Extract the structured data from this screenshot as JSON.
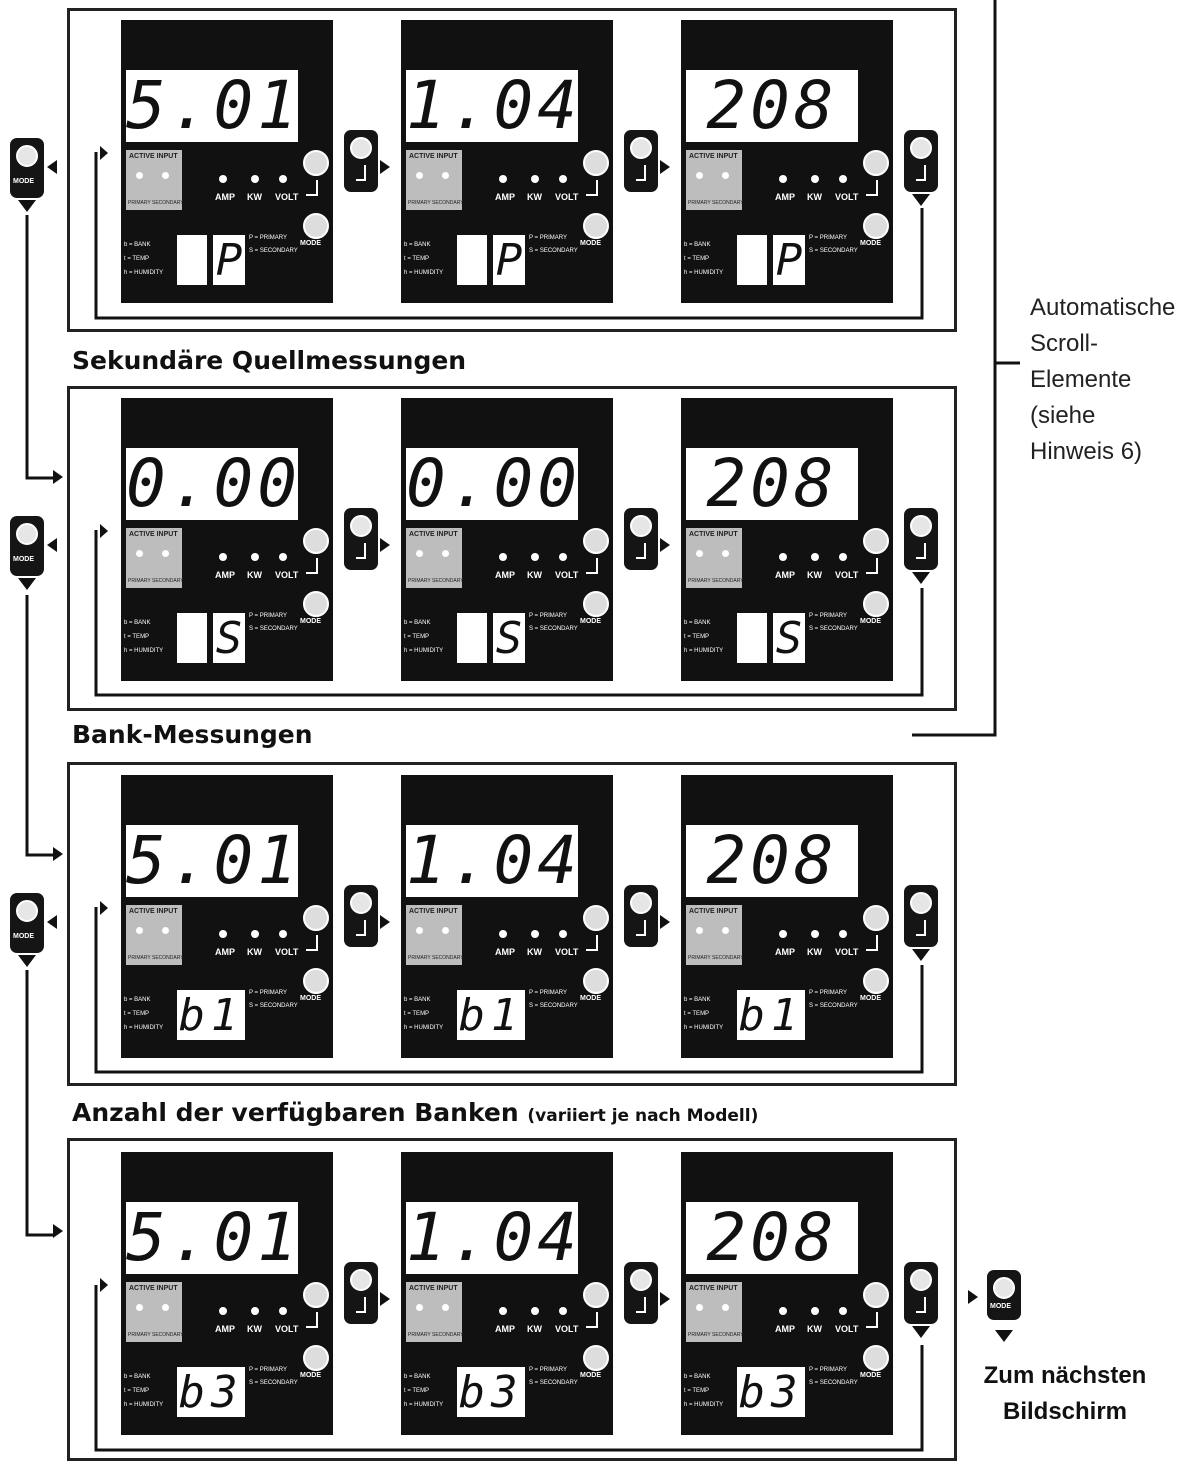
{
  "sections": [
    {
      "title": "",
      "displays": [
        "5.01",
        "1.04",
        "208"
      ],
      "source": "P"
    },
    {
      "title": "Sekundäre Quellmessungen",
      "displays": [
        "0.00",
        "0.00",
        "208"
      ],
      "source": "S"
    },
    {
      "title": "Bank-Messungen",
      "displays": [
        "5.01",
        "1.04",
        "208"
      ],
      "bank": "b1"
    },
    {
      "title": "Anzahl der verfügbaren Banken",
      "title_note": "(variiert je nach Modell)",
      "displays": [
        "5.01",
        "1.04",
        "208"
      ],
      "bank": "b3"
    }
  ],
  "panel_labels": {
    "active_input": "ACTIVE INPUT",
    "primary_secondary": "PRIMARY  SECONDARY",
    "amp": "AMP",
    "kw": "KW",
    "volt": "VOLT",
    "mode": "MODE",
    "legend_left": "b = BANK\nt = TEMP\nh = HUMIDITY",
    "legend_right": "P = PRIMARY\nS = SECONDARY"
  },
  "side_note": [
    "Automatische",
    "Scroll-",
    "Elemente",
    "(siehe",
    "Hinweis 6)"
  ],
  "next_screen": [
    "Zum nächsten",
    "Bildschirm"
  ]
}
